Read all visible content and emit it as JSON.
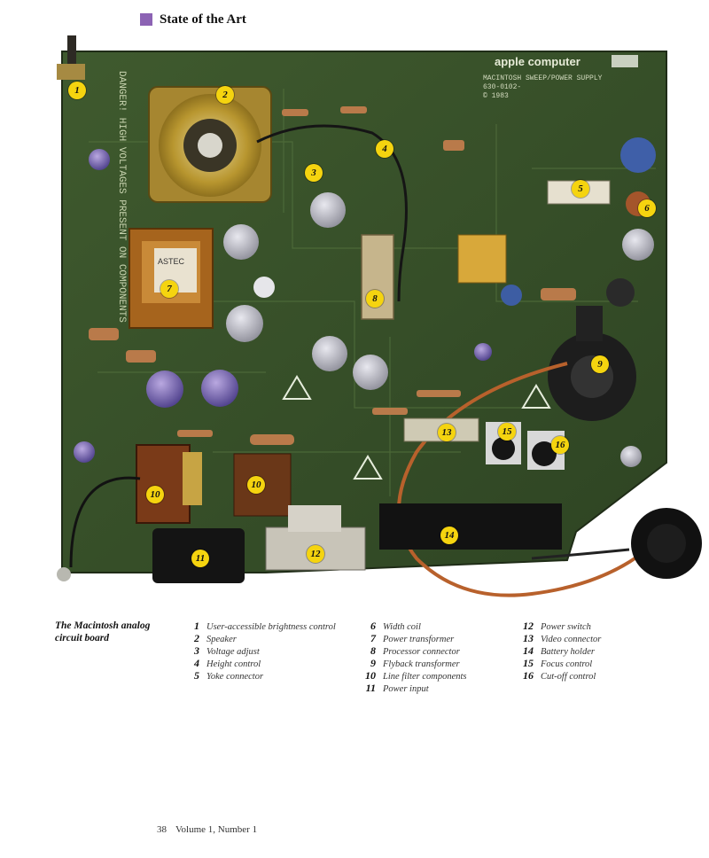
{
  "header": {
    "section_title": "State of the Art",
    "accent_color": "#8c63b4"
  },
  "photo": {
    "board": {
      "warning_text": "DANGER! HIGH VOLTAGES PRESENT ON COMPONENTS",
      "logo_text": "apple computer",
      "model_text": "MACINTOSH  SWEEP/POWER SUPPLY",
      "part_text": "630-0102-",
      "year_text": "© 1983",
      "transformer_text": "ASTEC"
    },
    "callout_color": "#f5d40f",
    "callouts": [
      "1",
      "2",
      "3",
      "4",
      "5",
      "6",
      "7",
      "8",
      "9",
      "10",
      "10",
      "11",
      "12",
      "13",
      "14",
      "15",
      "16"
    ]
  },
  "caption": {
    "title": "The Macintosh analog circuit board"
  },
  "legend": [
    {
      "num": "1",
      "label": "User-accessible brightness control"
    },
    {
      "num": "2",
      "label": "Speaker"
    },
    {
      "num": "3",
      "label": "Voltage adjust"
    },
    {
      "num": "4",
      "label": "Height control"
    },
    {
      "num": "5",
      "label": "Yoke connector"
    },
    {
      "num": "6",
      "label": "Width coil"
    },
    {
      "num": "7",
      "label": "Power transformer"
    },
    {
      "num": "8",
      "label": "Processor connector"
    },
    {
      "num": "9",
      "label": "Flyback transformer"
    },
    {
      "num": "10",
      "label": "Line filter components"
    },
    {
      "num": "11",
      "label": "Power input"
    },
    {
      "num": "12",
      "label": "Power switch"
    },
    {
      "num": "13",
      "label": "Video connector"
    },
    {
      "num": "14",
      "label": "Battery holder"
    },
    {
      "num": "15",
      "label": "Focus control"
    },
    {
      "num": "16",
      "label": "Cut-off control"
    }
  ],
  "footer": {
    "page_number": "38",
    "issue": "Volume 1, Number 1"
  }
}
